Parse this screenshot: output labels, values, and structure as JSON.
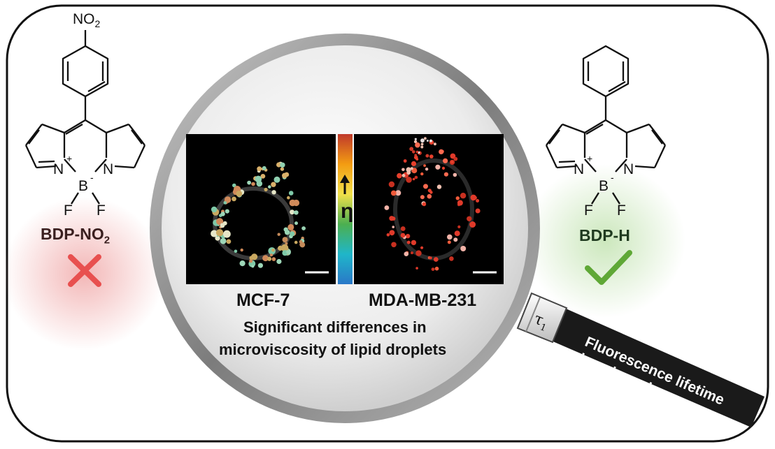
{
  "left_molecule": {
    "substituent": "NO",
    "substituent_sub": "2",
    "atoms": {
      "n_left": "N",
      "n_right": "N",
      "boron": "B",
      "f_left": "F",
      "f_right": "F",
      "plus": "+",
      "minus": "-"
    },
    "name_main": "BDP-NO",
    "name_sub": "2",
    "verdict_icon": "cross-icon",
    "glow_color": "#f2b3b3",
    "mark_color": "#e8504f"
  },
  "right_molecule": {
    "atoms": {
      "n_left": "N",
      "n_right": "N",
      "boron": "B",
      "f_left": "F",
      "f_right": "F",
      "plus": "+",
      "minus": "-"
    },
    "name": "BDP-H",
    "verdict_icon": "check-icon",
    "glow_color": "#c9e6b9",
    "mark_color": "#5fa836"
  },
  "magnifier": {
    "label_left_cell": "MCF-7",
    "label_right_cell": "MDA-MB-231",
    "caption_line1": "Significant differences in",
    "caption_line2": "microviscosity of lipid droplets",
    "scale_symbol": "η",
    "lens_label": "τ",
    "lens_label_sub": "1"
  },
  "handle": {
    "line1": "Fluorescence lifetime",
    "line2": "imaging microscopy"
  },
  "colors": {
    "border": "#111111",
    "lens_ring": "#8a8a8a",
    "handle": "#1a1a1a",
    "rainbow": [
      "#c0392b",
      "#f39c12",
      "#f1e04a",
      "#4caf50",
      "#1fb6c9",
      "#2a78c8"
    ]
  }
}
